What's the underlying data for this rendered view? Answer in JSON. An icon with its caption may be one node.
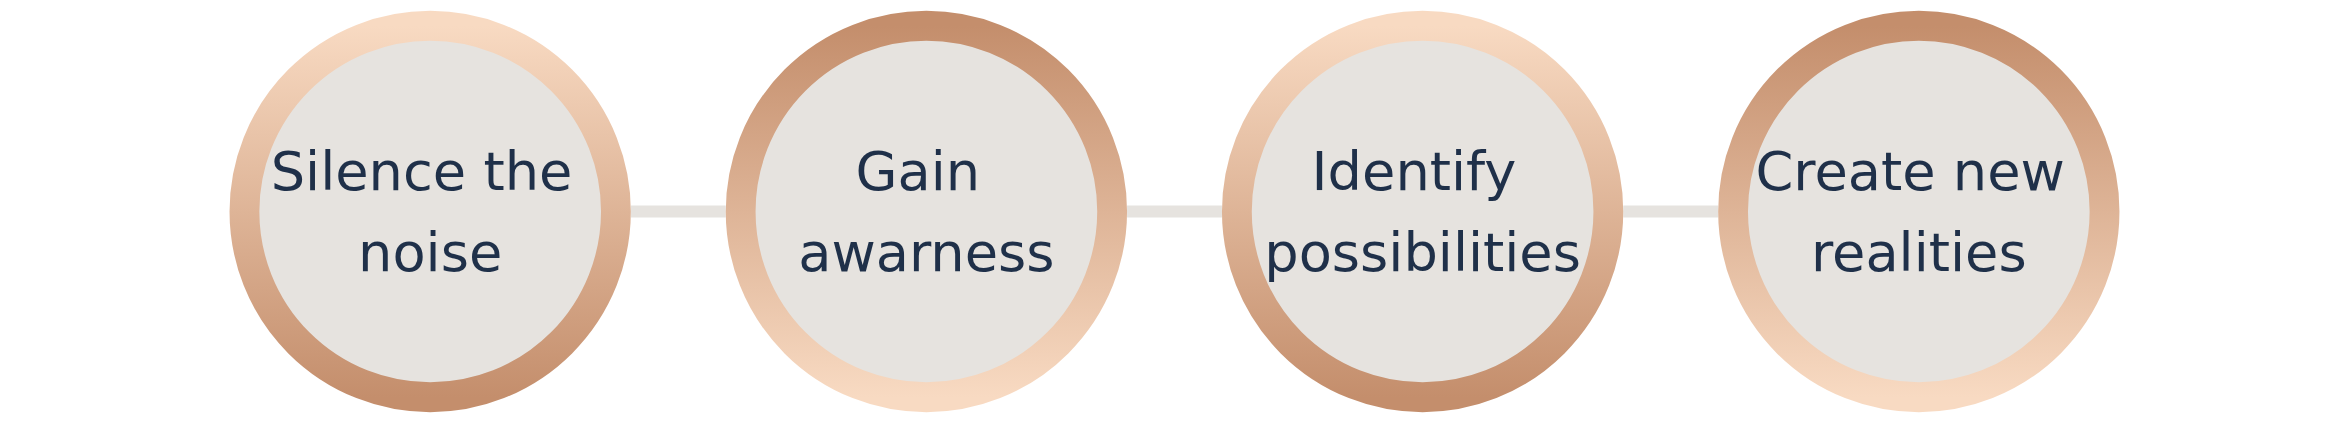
{
  "diagram": {
    "nodes": [
      {
        "text": [
          "Silence the noise"
        ]
      },
      {
        "text": [
          "Gain awarness"
        ]
      },
      {
        "text": [
          "Identify possibilities"
        ]
      },
      {
        "text": [
          "Create new realities"
        ]
      }
    ],
    "edges": [
      {
        "from": 0,
        "to": 1,
        "arrow": "none"
      },
      {
        "from": 1,
        "to": 2,
        "arrow": "none"
      },
      {
        "from": 2,
        "to": 3,
        "arrow": "none"
      }
    ]
  }
}
